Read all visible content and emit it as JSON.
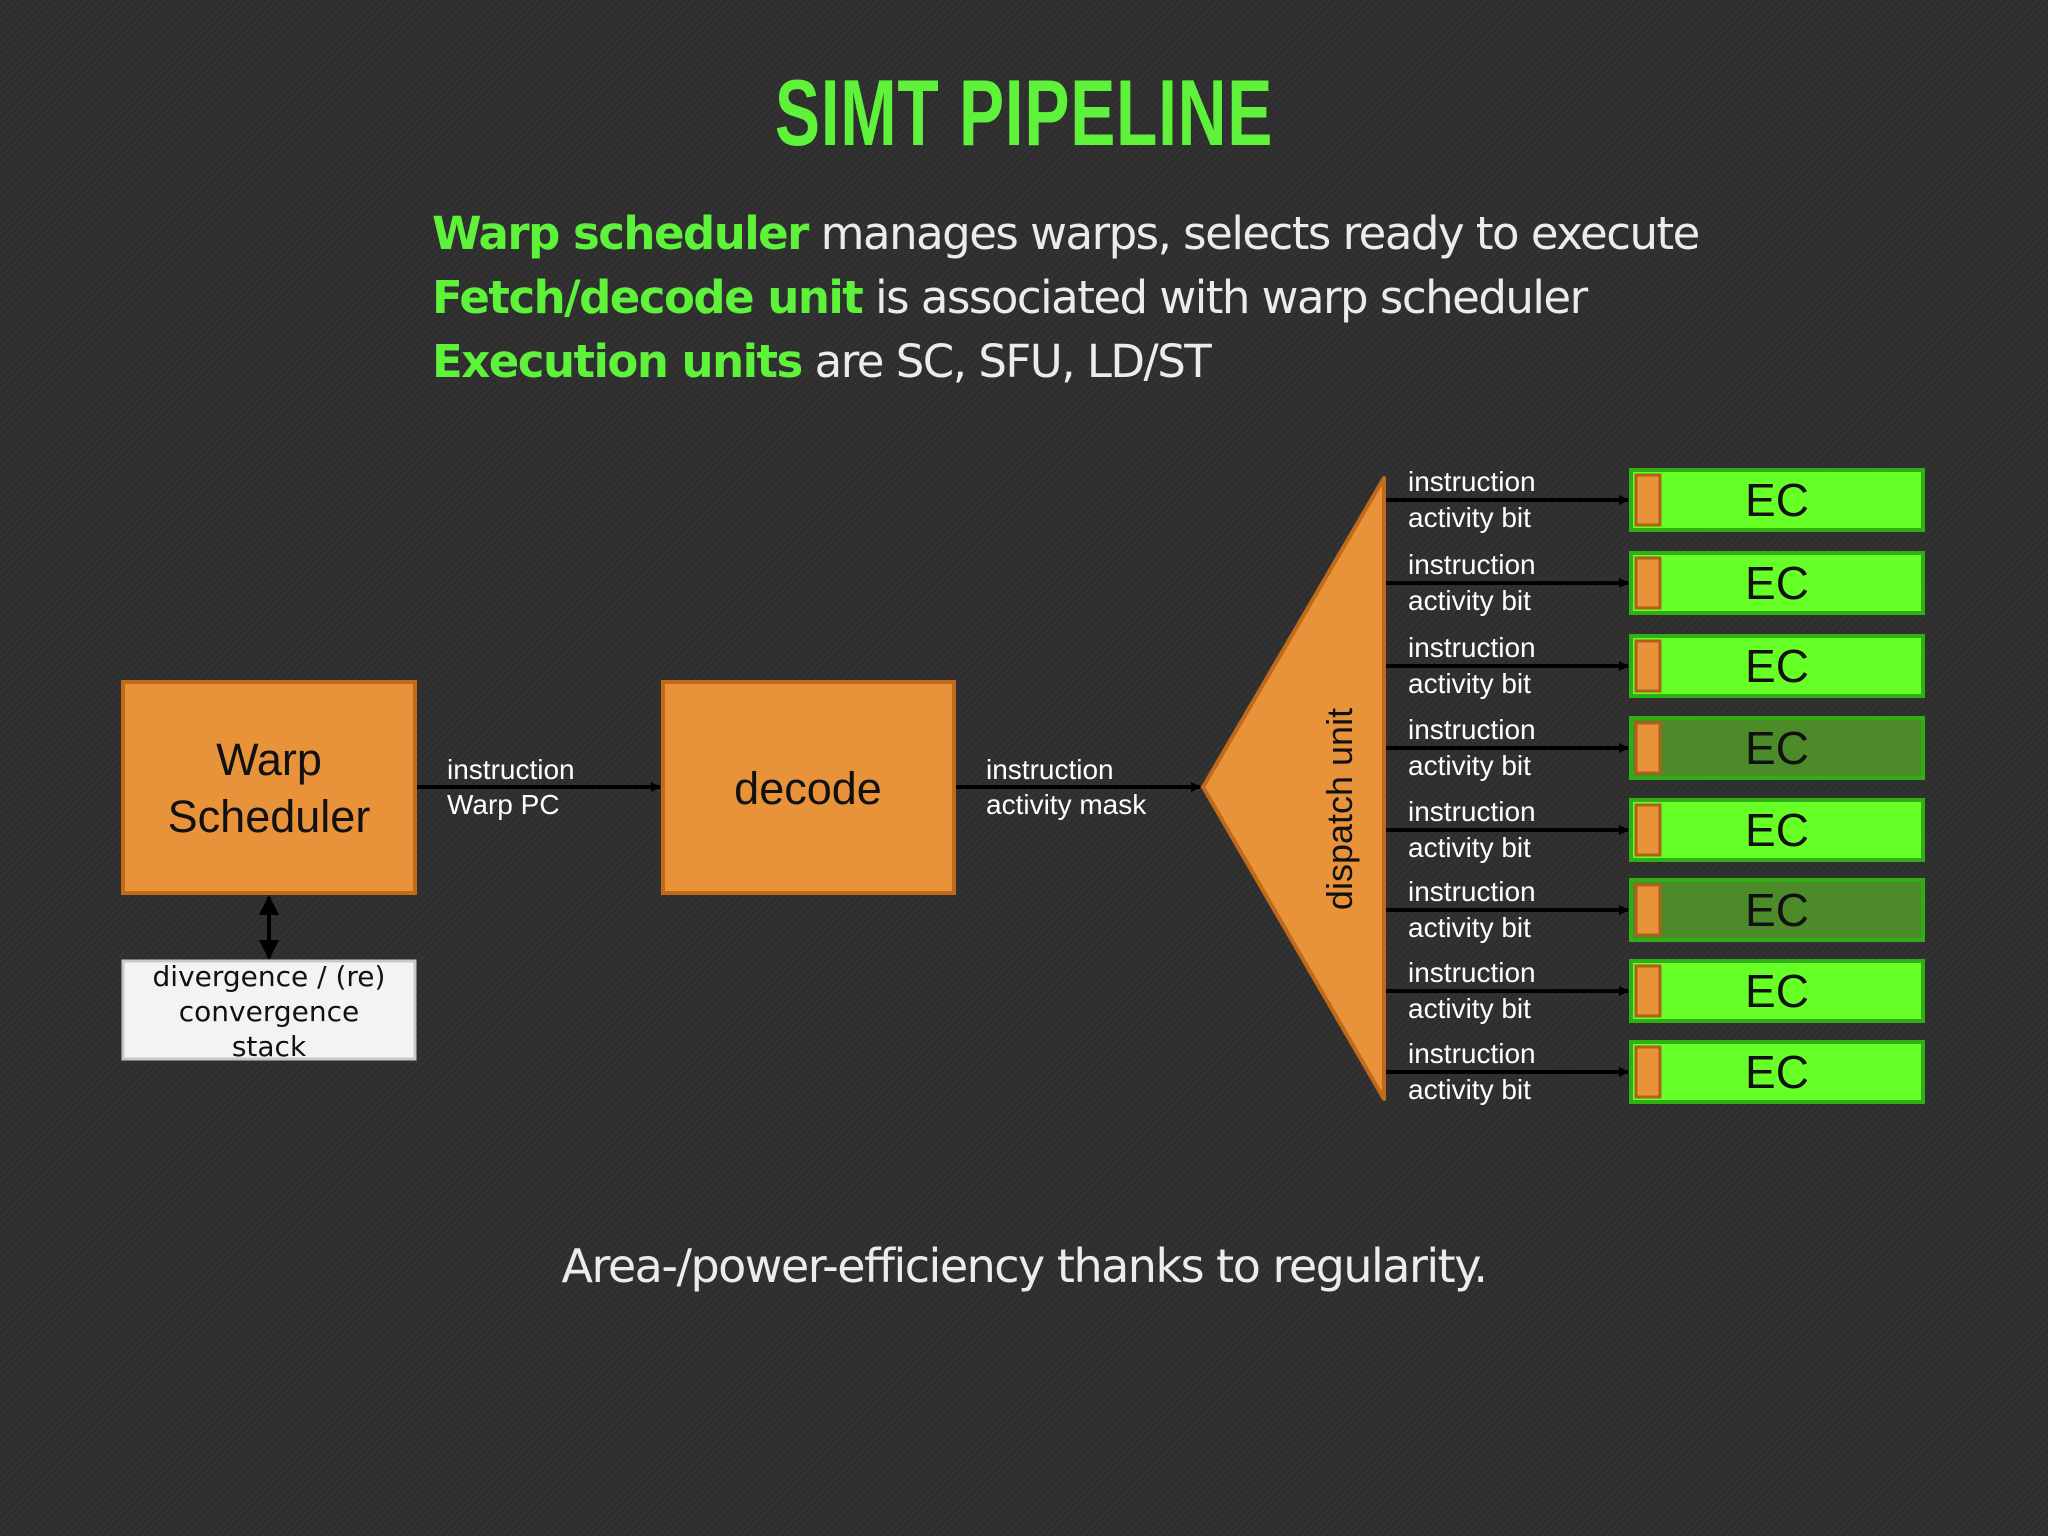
{
  "title": "SIMT PIPELINE",
  "bullets": [
    {
      "highlight": "Warp scheduler",
      "rest": " manages warps, selects ready to execute"
    },
    {
      "highlight": "Fetch/decode unit",
      "rest": " is associated with warp scheduler"
    },
    {
      "highlight": "Execution units",
      "rest": " are SC, SFU, LD/ST"
    }
  ],
  "diagram": {
    "warp_scheduler": {
      "line1": "Warp",
      "line2": "Scheduler"
    },
    "stack": {
      "line1": "divergence / (re)",
      "line2": "convergence",
      "line3": "stack"
    },
    "link1": {
      "line1": "instruction",
      "line2": "Warp PC"
    },
    "decode": "decode",
    "link2": {
      "line1": "instruction",
      "line2": "activity mask"
    },
    "dispatch": "dispatch unit",
    "ec_rows": [
      {
        "line1": "instruction",
        "line2": "activity bit",
        "label": "EC",
        "active": true
      },
      {
        "line1": "instruction",
        "line2": "activity bit",
        "label": "EC",
        "active": true
      },
      {
        "line1": "instruction",
        "line2": "activity bit",
        "label": "EC",
        "active": true
      },
      {
        "line1": "instruction",
        "line2": "activity bit",
        "label": "EC",
        "active": false
      },
      {
        "line1": "instruction",
        "line2": "activity bit",
        "label": "EC",
        "active": true
      },
      {
        "line1": "instruction",
        "line2": "activity bit",
        "label": "EC",
        "active": false
      },
      {
        "line1": "instruction",
        "line2": "activity bit",
        "label": "EC",
        "active": true
      },
      {
        "line1": "instruction",
        "line2": "activity bit",
        "label": "EC",
        "active": true
      }
    ]
  },
  "footer": "Area-/power-efficiency thanks to regularity.",
  "colors": {
    "accent_green": "#5ef23a",
    "ec_active": "#66ff26",
    "ec_inactive": "#4c8a2a",
    "orange": "#e8923a",
    "orange_border": "#c06a1a",
    "background": "#2f2f2f"
  }
}
